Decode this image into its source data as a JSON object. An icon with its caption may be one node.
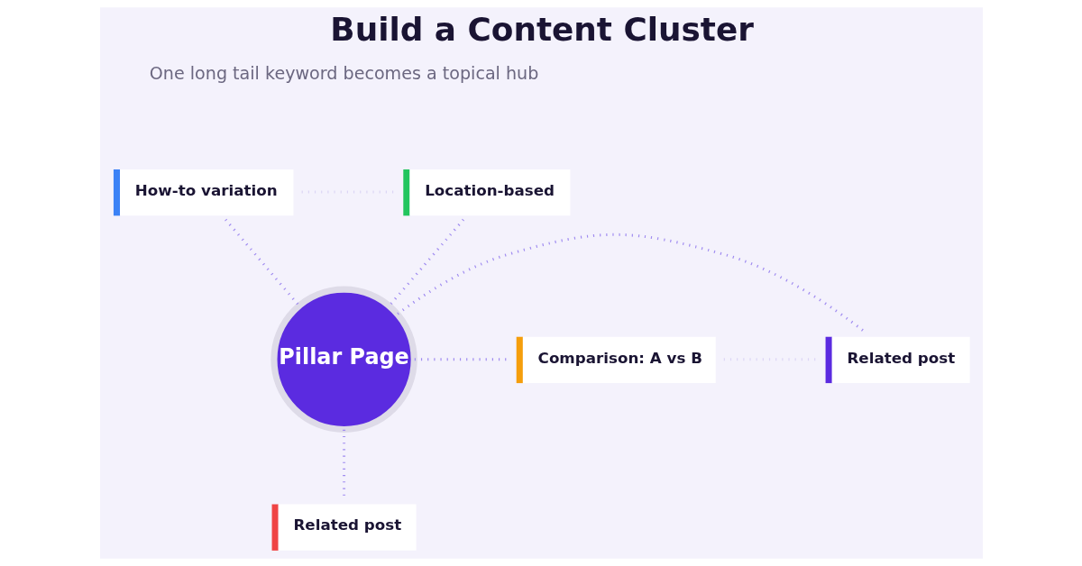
{
  "diagram": {
    "title": "Build a Content Cluster",
    "nodes": [
      {
        "text": [
          "Pillar Page"
        ]
      },
      {
        "text": [
          "How-to variation"
        ]
      },
      {
        "text": [
          "Location-based"
        ]
      },
      {
        "text": [
          "Comparison: A vs B"
        ]
      },
      {
        "text": [
          "Related post"
        ]
      },
      {
        "text": [
          "Related post"
        ]
      }
    ],
    "edges": [
      {
        "from": 0,
        "to": 1,
        "arrow": "none",
        "style": "dashed"
      },
      {
        "from": 0,
        "to": 2,
        "arrow": "none",
        "style": "dashed"
      },
      {
        "from": 0,
        "to": 3,
        "arrow": "none",
        "style": "dashed"
      },
      {
        "from": 0,
        "to": 4,
        "arrow": "none",
        "style": "dashed"
      },
      {
        "from": 0,
        "to": 5,
        "arrow": "none",
        "style": "dashed"
      },
      {
        "from": 1,
        "to": 2,
        "arrow": "none",
        "style": "dashed",
        "color": "#dcd6f5"
      },
      {
        "from": 3,
        "to": 4,
        "arrow": "none",
        "style": "dashed",
        "color": "#dcd6f5"
      }
    ],
    "labels": [
      "One long tail keyword becomes a topical hub"
    ]
  }
}
